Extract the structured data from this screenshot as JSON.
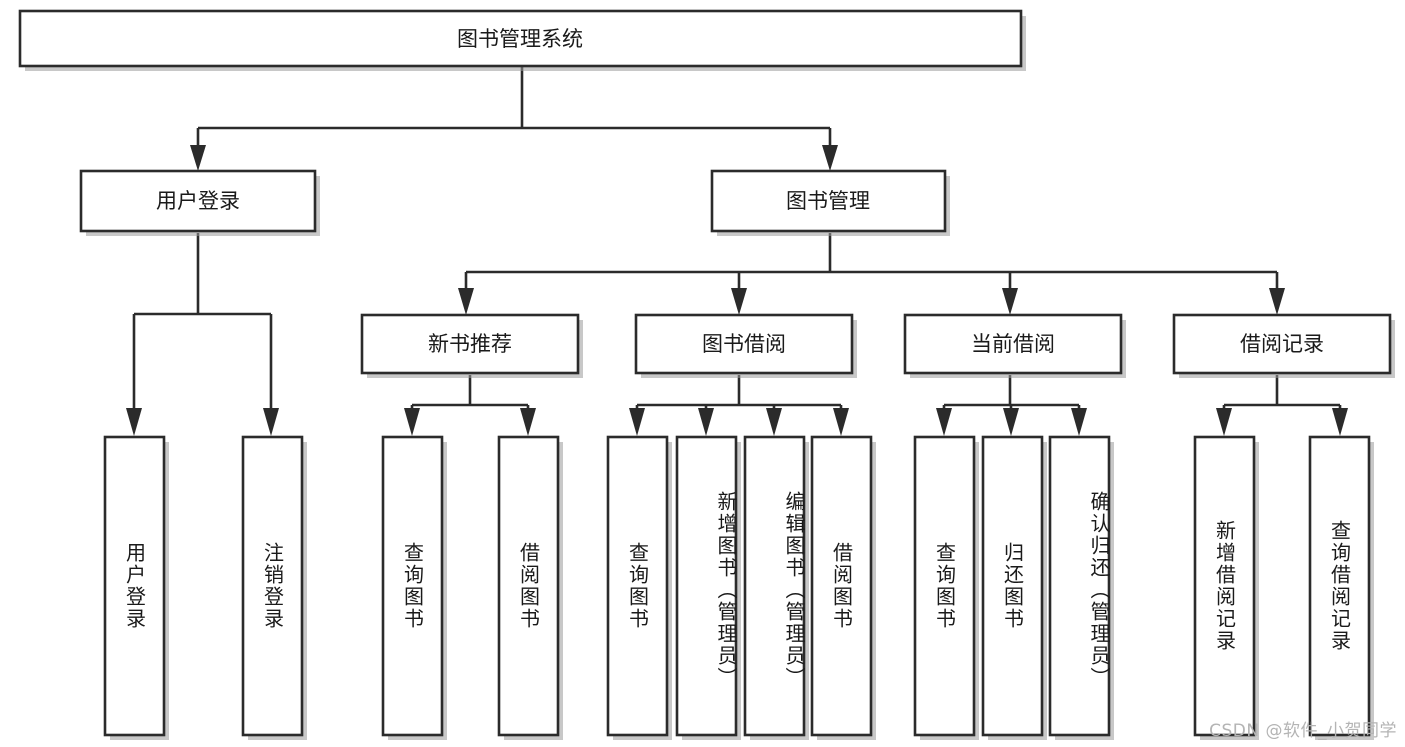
{
  "diagram": {
    "title": "图书管理系统",
    "type": "tree",
    "watermark": "CSDN @软件_小贺同学",
    "root": {
      "label": "图书管理系统"
    },
    "level2": [
      {
        "id": "user-login",
        "label": "用户登录"
      },
      {
        "id": "book-manage",
        "label": "图书管理"
      }
    ],
    "level3": [
      {
        "id": "new-book-recommend",
        "label": "新书推荐"
      },
      {
        "id": "book-borrow",
        "label": "图书借阅"
      },
      {
        "id": "current-borrow",
        "label": "当前借阅"
      },
      {
        "id": "borrow-record",
        "label": "借阅记录"
      }
    ],
    "leaves": {
      "user_login": [
        {
          "id": "leaf-user-login",
          "label": "用户登录"
        },
        {
          "id": "leaf-logout-login",
          "label": "注销登录"
        }
      ],
      "new_book_recommend": [
        {
          "id": "leaf-query-book-1",
          "label": "查询图书"
        },
        {
          "id": "leaf-borrow-book-1",
          "label": "借阅图书"
        }
      ],
      "book_borrow": [
        {
          "id": "leaf-query-book-2",
          "label": "查询图书"
        },
        {
          "id": "leaf-add-book",
          "label": "新增图书（管理员）"
        },
        {
          "id": "leaf-edit-book",
          "label": "编辑图书（管理员）"
        },
        {
          "id": "leaf-borrow-book-2",
          "label": "借阅图书"
        }
      ],
      "current_borrow": [
        {
          "id": "leaf-query-book-3",
          "label": "查询图书"
        },
        {
          "id": "leaf-return-book",
          "label": "归还图书"
        },
        {
          "id": "leaf-confirm-return",
          "label": "确认归还（管理员）"
        }
      ],
      "borrow_record": [
        {
          "id": "leaf-add-record",
          "label": "新增借阅记录"
        },
        {
          "id": "leaf-query-record",
          "label": "查询借阅记录"
        }
      ]
    },
    "colors": {
      "stroke": "#2b2b2b",
      "fill": "#ffffff",
      "text": "#1a1a1a",
      "watermark": "#b4b4b4"
    }
  }
}
